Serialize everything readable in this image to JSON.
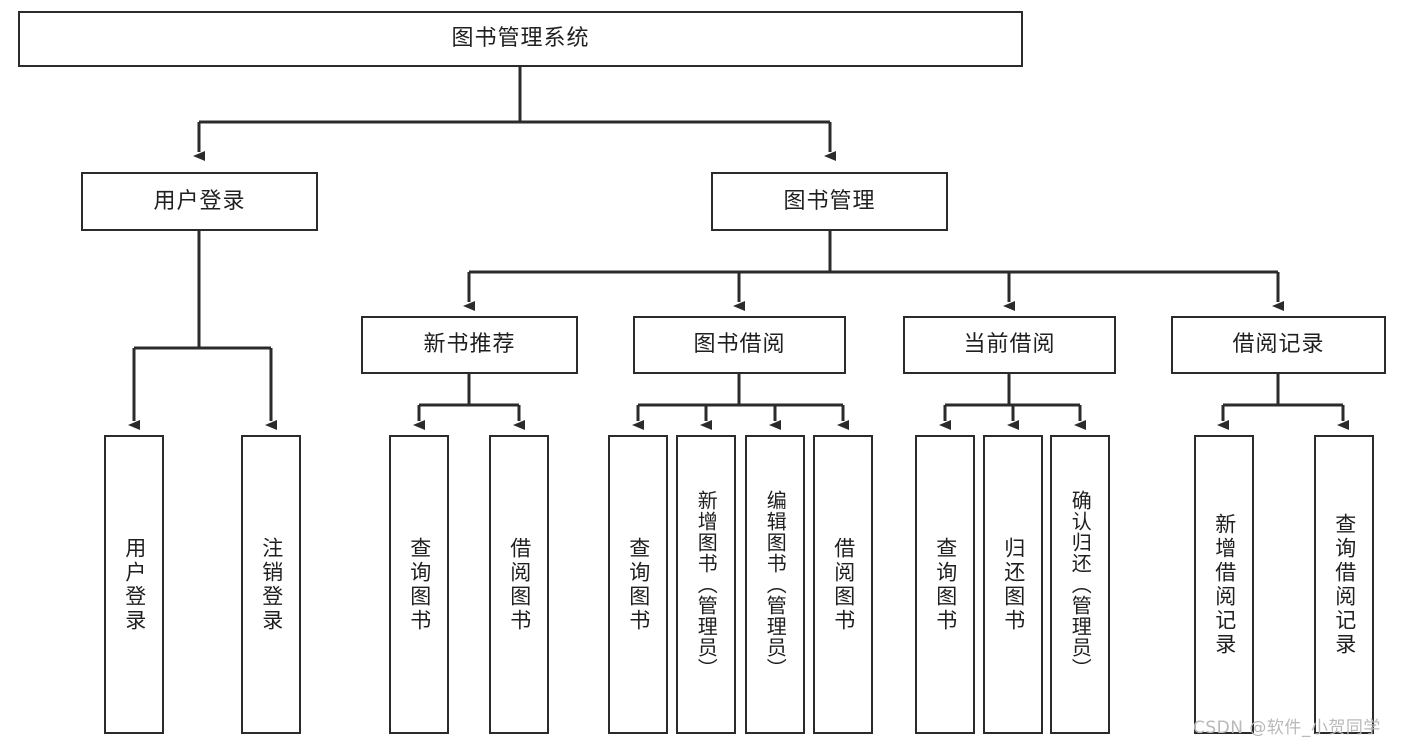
{
  "diagram": {
    "type": "tree",
    "title": "图书管理系统",
    "orientation": "top-down",
    "colors": {
      "box_border": "#2b2b2b",
      "box_fill": "#ffffff",
      "connector": "#2b2b2b",
      "text": "#1f1f1f",
      "background": "#ffffff",
      "watermark": "#b9b9b9"
    },
    "root": {
      "label": "图书管理系统"
    },
    "level2": [
      {
        "label": "用户登录"
      },
      {
        "label": "图书管理"
      }
    ],
    "level3": [
      {
        "label": "新书推荐"
      },
      {
        "label": "图书借阅"
      },
      {
        "label": "当前借阅"
      },
      {
        "label": "借阅记录"
      }
    ],
    "leaves": {
      "user_login": [
        {
          "label": "用户登录"
        },
        {
          "label": "注销登录"
        }
      ],
      "new_book_recommend": [
        {
          "label": "查询图书"
        },
        {
          "label": "借阅图书"
        }
      ],
      "book_borrow": [
        {
          "label": "查询图书"
        },
        {
          "label": "新增图书（管理员）"
        },
        {
          "label": "编辑图书（管理员）"
        },
        {
          "label": "借阅图书"
        }
      ],
      "current_borrow": [
        {
          "label": "查询图书"
        },
        {
          "label": "归还图书"
        },
        {
          "label": "确认归还（管理员）"
        }
      ],
      "borrow_record": [
        {
          "label": "新增借阅记录"
        },
        {
          "label": "查询借阅记录"
        }
      ]
    }
  },
  "watermark": {
    "text": "CSDN @软件_小贺同学"
  }
}
